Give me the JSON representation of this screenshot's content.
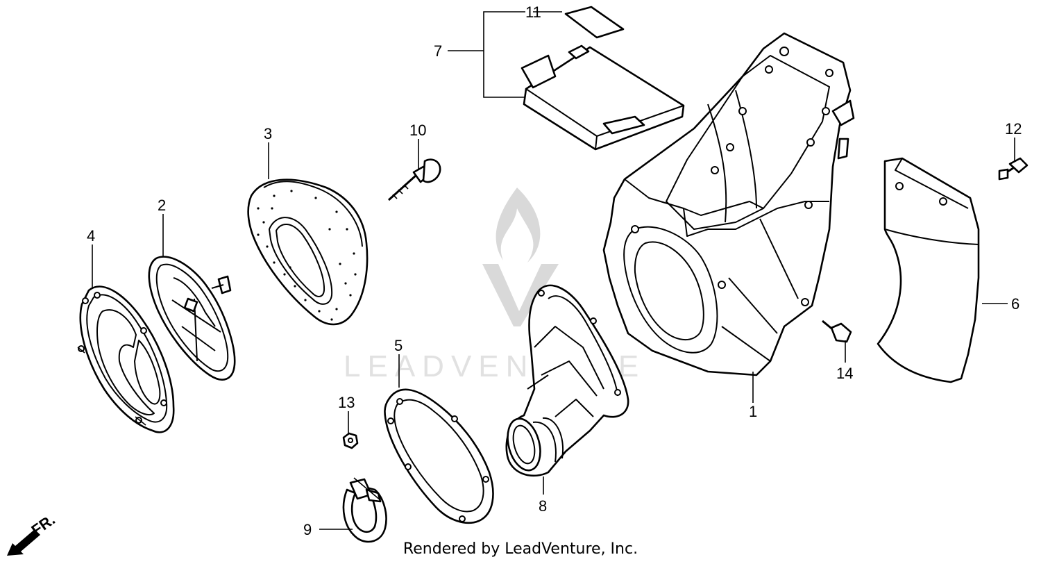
{
  "diagram": {
    "watermark": "LEADVENTURE",
    "direction_label": "FR.",
    "callouts": {
      "p1": "1",
      "p2": "2",
      "p3": "3",
      "p4": "4",
      "p5": "5",
      "p6": "6",
      "p7": "7",
      "p8": "8",
      "p9": "9",
      "p10": "10",
      "p11": "11",
      "p12": "12",
      "p13": "13",
      "p14": "14"
    }
  },
  "footer": {
    "text": "Rendered by LeadVenture, Inc."
  }
}
